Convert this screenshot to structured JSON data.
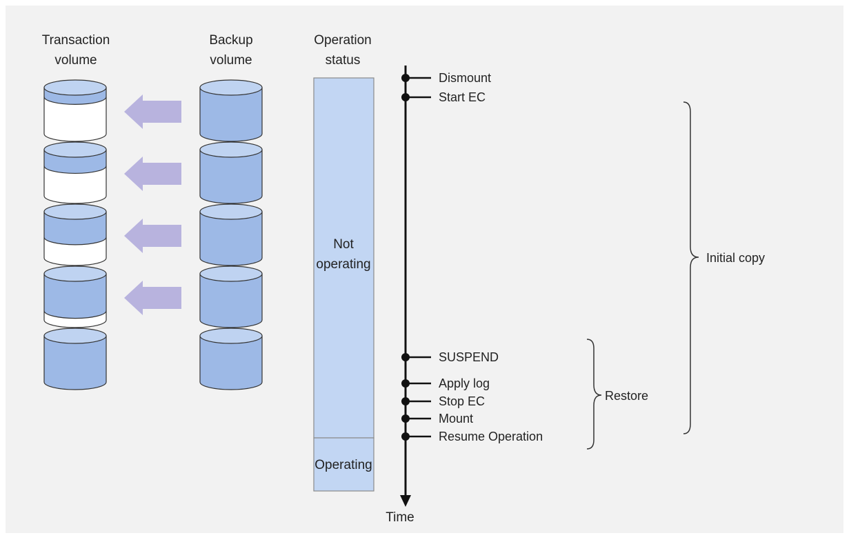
{
  "headers": {
    "transaction": [
      "Transaction",
      "volume"
    ],
    "backup": [
      "Backup",
      "volume"
    ],
    "operation": [
      "Operation",
      "status"
    ]
  },
  "status": {
    "not_operating": [
      "Not",
      "operating"
    ],
    "operating": "Operating"
  },
  "timeline": {
    "axis_label": "Time",
    "events": [
      "Dismount",
      "Start EC",
      "SUSPEND",
      "Apply log",
      "Stop EC",
      "Mount",
      "Resume Operation"
    ]
  },
  "phases": {
    "initial_copy": "Initial copy",
    "restore": "Restore"
  },
  "transaction_volumes": [
    {
      "filled_fraction": 0.2
    },
    {
      "filled_fraction": 0.35
    },
    {
      "filled_fraction": 0.55
    },
    {
      "filled_fraction": 0.8
    },
    {
      "filled_fraction": 1.0
    }
  ],
  "arrow_count": 4,
  "colors": {
    "background": "#f2f2f2",
    "fill_blue": "#9db9e6",
    "fill_blue_light": "#bfd3f1",
    "status_fill": "#c2d6f3",
    "arrow_fill": "#b8b3de",
    "stroke": "#333333",
    "line": "#111111"
  }
}
